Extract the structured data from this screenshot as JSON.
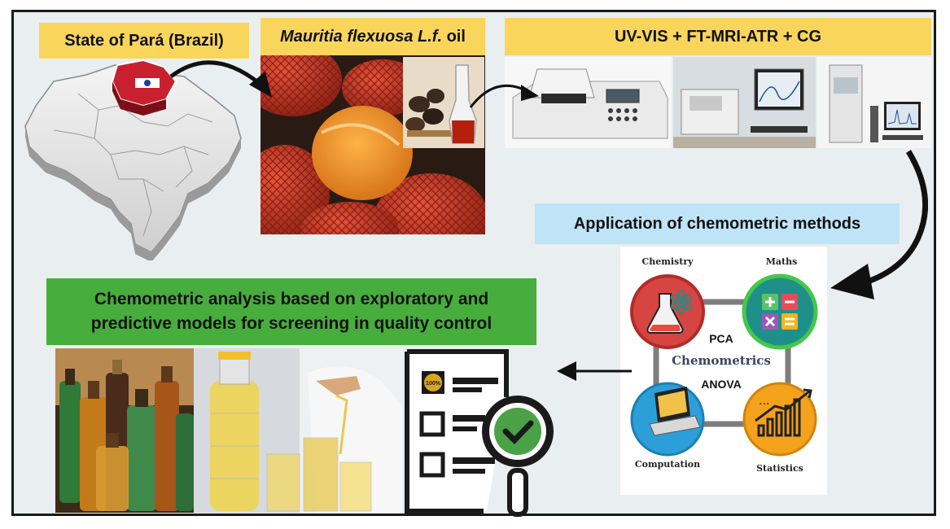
{
  "labels": {
    "state": "State of Pará (Brazil)",
    "oil_species": "Mauritia flexuosa L.f.",
    "oil_suffix": " oil",
    "techniques": "UV-VIS + FT-MRI-ATR + CG",
    "chemometric_methods": "Application of chemometric methods",
    "analysis_line1": "Chemometric analysis based on exploratory and",
    "analysis_line2": "predictive models for screening in quality control"
  },
  "chemometrics_diagram": {
    "center": "Chemometrics",
    "pca": "PCA",
    "anova": "ANOVA",
    "nodes": {
      "chemistry": "Chemistry",
      "maths": "Maths",
      "computation": "Computation",
      "statistics": "Statistics"
    },
    "badge": "100%"
  },
  "icons": [
    "map-brazil",
    "buriti-fruit",
    "oil-flask",
    "spectrophotometer",
    "chromatograph",
    "flask-icon",
    "math-icon",
    "laptop-icon",
    "bar-chart-icon",
    "checklist-icon",
    "magnifier-check-icon"
  ],
  "colors": {
    "yellow_label": "#f9d65b",
    "blue_label": "#bfe3f7",
    "green_label": "#47ad3d",
    "chemistry_red": "#d64541",
    "maths_teal": "#1f8f8a",
    "computation_blue": "#2d9fd8",
    "statistics_orange": "#f4a21c"
  }
}
